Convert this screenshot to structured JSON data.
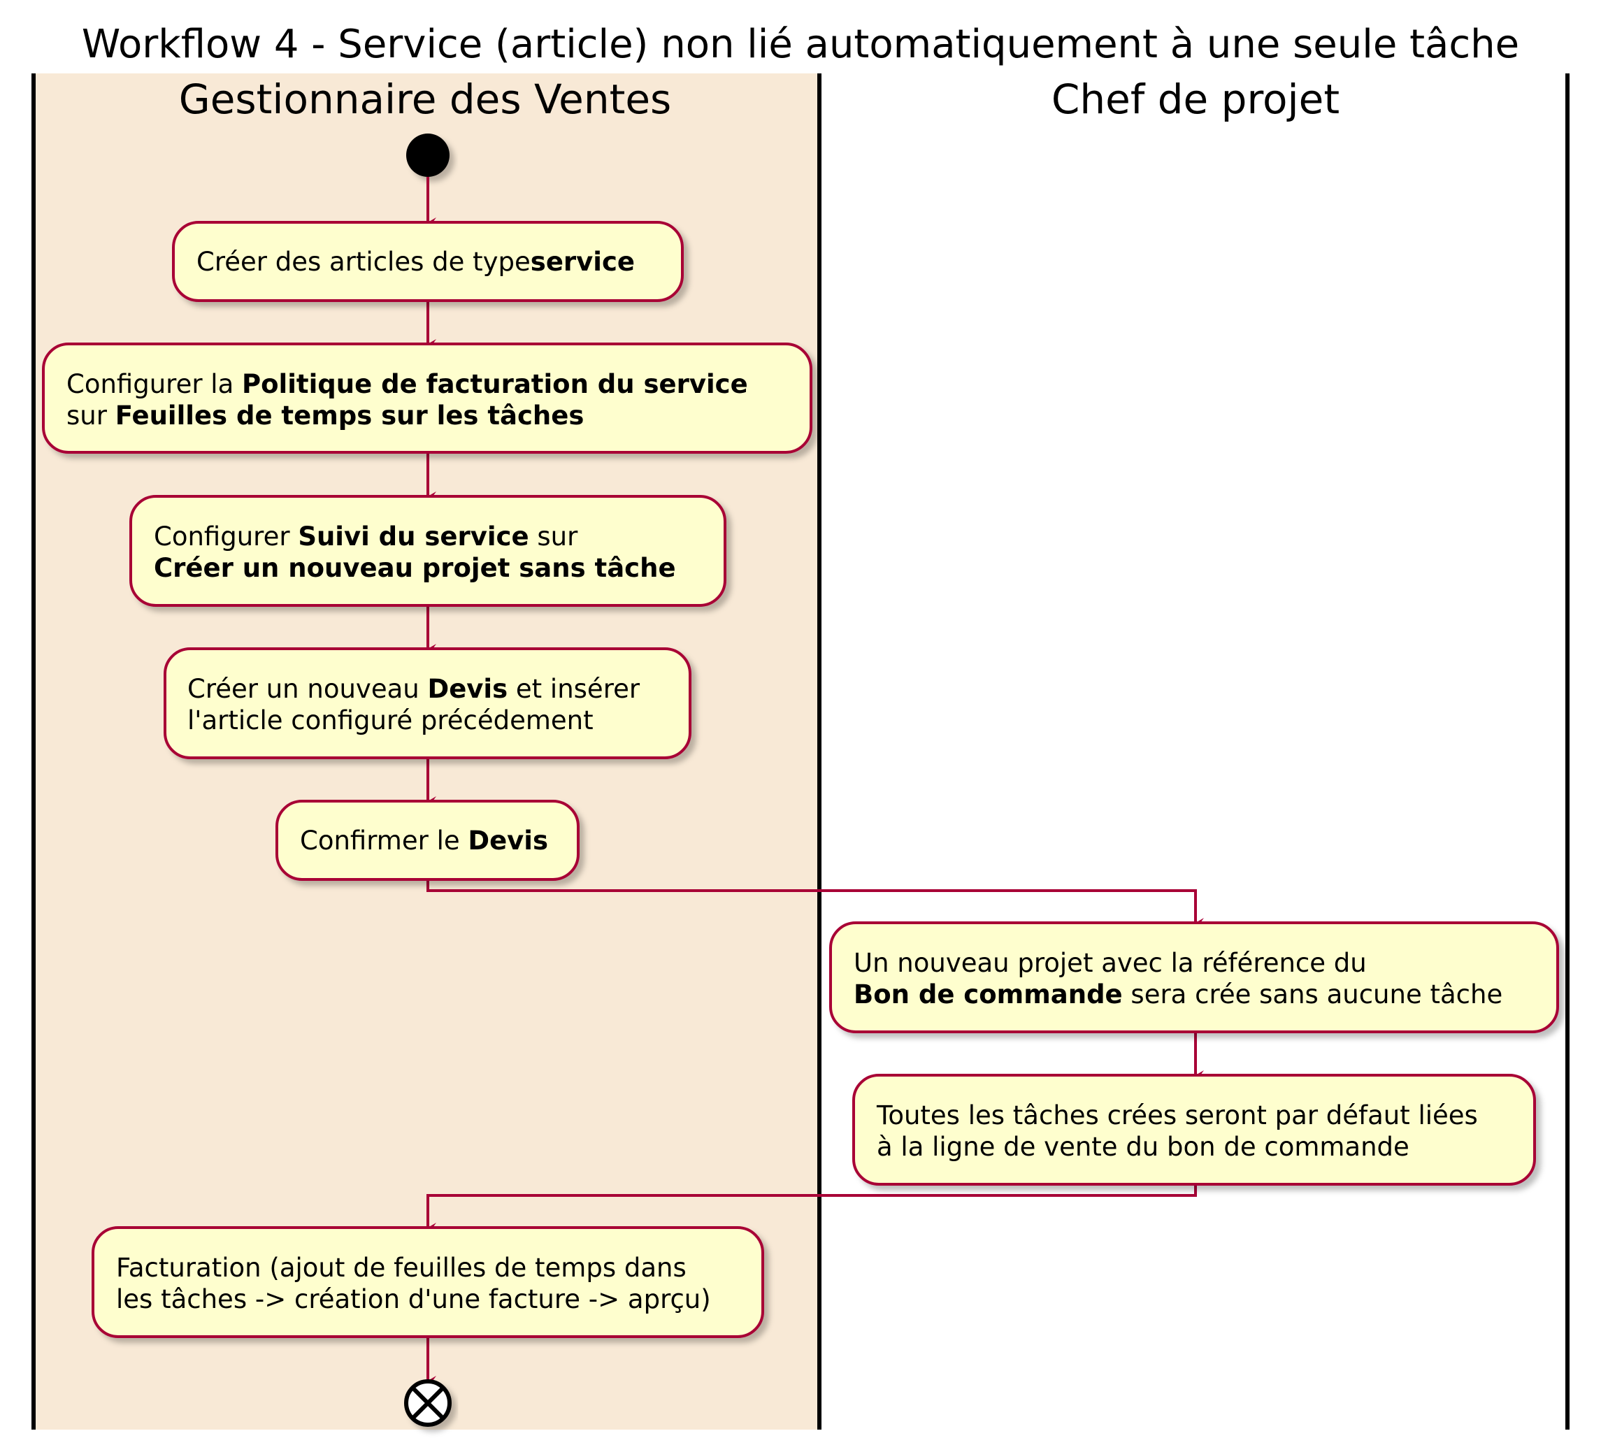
{
  "title": "Workflow 4 - Service (article) non lié automatiquement à une seule tâche",
  "lanes": [
    {
      "label": "Gestionnaire des Ventes",
      "color": "#F8E9D6"
    },
    {
      "label": "Chef de projet",
      "color": "#FFFFFF"
    }
  ],
  "colors": {
    "node_fill": "#FEFECE",
    "node_border": "#A80036",
    "arrow": "#A80036",
    "lane_border": "#000000",
    "start_node": "#000000"
  },
  "nodes": {
    "create_articles": {
      "l1a": "Créer des articles de type",
      "l1b": "service"
    },
    "config_policy": {
      "l1a": "Configurer la ",
      "l1b": "Politique de facturation du service",
      "l2a": "sur ",
      "l2b": "Feuilles de temps sur les tâches"
    },
    "config_tracking": {
      "l1a": "Configurer ",
      "l1b": "Suivi du service",
      "l1c": " sur",
      "l2b": "Créer un nouveau projet sans tâche"
    },
    "new_quote": {
      "l1a": "Créer un nouveau ",
      "l1b": "Devis",
      "l1c": " et insérer",
      "l2a": " l'article configuré précédement"
    },
    "confirm_quote": {
      "l1a": "Confirmer le ",
      "l1b": "Devis"
    },
    "new_project": {
      "l1a": "Un nouveau projet avec la référence du",
      "l2b": "Bon de commande",
      "l2c": " sera crée sans aucune tâche"
    },
    "tasks_linked": {
      "l1a": "Toutes les tâches crées seront par défaut liées",
      "l2a": "à la ligne de vente du bon de commande"
    },
    "invoicing": {
      "l1a": "Facturation (ajout de feuilles de temps dans",
      "l2a": "les tâches -> création d'une facture -> aprçu)"
    }
  }
}
